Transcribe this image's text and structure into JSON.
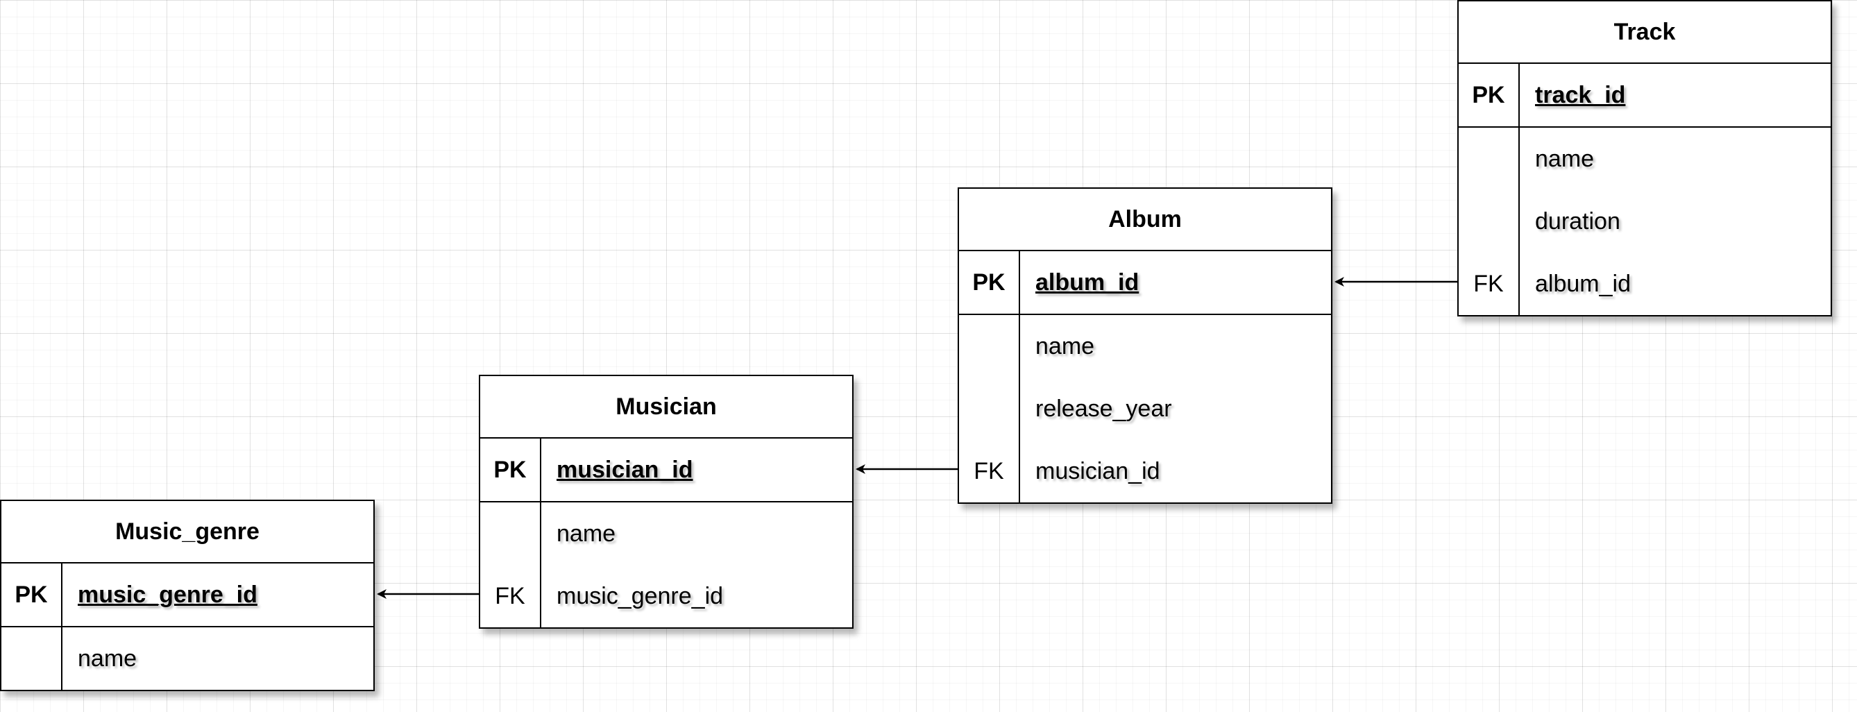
{
  "entities": [
    {
      "id": "track",
      "title": "Track",
      "pk": {
        "key": "PK",
        "name": "track_id"
      },
      "fields": [
        {
          "key": "",
          "name": "name"
        },
        {
          "key": "",
          "name": "duration"
        },
        {
          "key": "FK",
          "name": "album_id"
        }
      ]
    },
    {
      "id": "album",
      "title": "Album",
      "pk": {
        "key": "PK",
        "name": "album_id"
      },
      "fields": [
        {
          "key": "",
          "name": "name"
        },
        {
          "key": "",
          "name": "release_year"
        },
        {
          "key": "FK",
          "name": "musician_id"
        }
      ]
    },
    {
      "id": "musician",
      "title": "Musician",
      "pk": {
        "key": "PK",
        "name": "musician_id"
      },
      "fields": [
        {
          "key": "",
          "name": "name"
        },
        {
          "key": "FK",
          "name": "music_genre_id"
        }
      ]
    },
    {
      "id": "music-genre",
      "title": "Music_genre",
      "pk": {
        "key": "PK",
        "name": "music_genre_id"
      },
      "fields": [
        {
          "key": "",
          "name": "name"
        }
      ]
    }
  ],
  "relations": [
    {
      "from": "Track.album_id",
      "to": "Album.album_id"
    },
    {
      "from": "Album.musician_id",
      "to": "Musician.musician_id"
    },
    {
      "from": "Musician.music_genre_id",
      "to": "Music_genre.music_genre_id"
    }
  ]
}
